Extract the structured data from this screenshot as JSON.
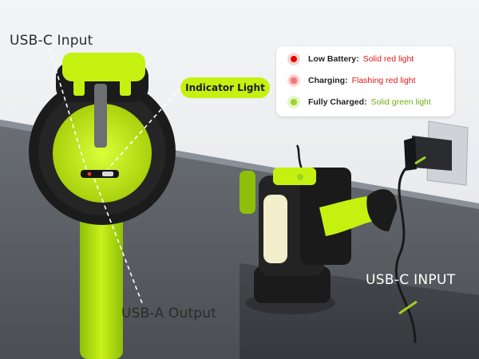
{
  "callouts": {
    "usb_c_input": "USB-C Input",
    "usb_a_output": "USB-A Output",
    "indicator_light": "Indicator Light",
    "usb_c_input_caps": "USB-C INPUT"
  },
  "legend": {
    "rows": [
      {
        "key": "Low Battery:",
        "value": "Solid red light",
        "color": "#e60000"
      },
      {
        "key": "Charging:",
        "value": "Flashing red light",
        "color": "#f07a7a"
      },
      {
        "key": "Fully Charged:",
        "value": "Solid green light",
        "color": "#9ed420"
      }
    ]
  },
  "colors": {
    "accent_green": "#c4f10f",
    "body_black": "#1b1b1b",
    "text_red": "#e01818",
    "text_green": "#6eae12"
  }
}
